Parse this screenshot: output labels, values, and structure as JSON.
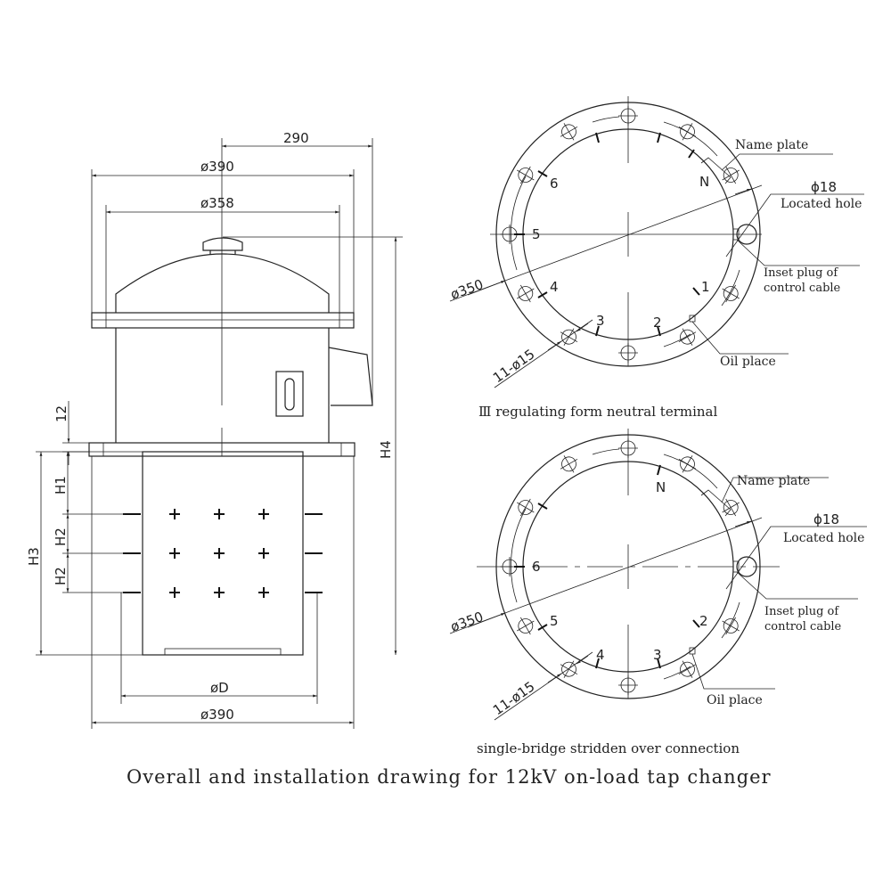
{
  "side_view": {
    "dim_290": "290",
    "dim_dia390_top": "ø390",
    "dim_dia358": "ø358",
    "dim_12": "12",
    "dim_H1": "H1",
    "dim_H2a": "H2",
    "dim_H2b": "H2",
    "dim_H3": "H3",
    "dim_H4": "H4",
    "dim_diaD": "øD",
    "dim_dia390_bottom": "ø390"
  },
  "plan_top": {
    "name_plate": "Name plate",
    "phi18": "ϕ18",
    "located_hole": "Located hole",
    "inset_plug_1": "Inset plug of",
    "inset_plug_2": "control cable",
    "dia350": "ø350",
    "holes": "11-ø15",
    "oil_place": "Oil place",
    "N": "N",
    "terminals": [
      "1",
      "2",
      "3",
      "4",
      "5",
      "6"
    ],
    "caption": "Ⅲ regulating form neutral terminal"
  },
  "plan_bottom": {
    "name_plate": "Name plate",
    "phi18": "ϕ18",
    "located_hole": "Located hole",
    "inset_plug_1": "Inset plug of",
    "inset_plug_2": "control cable",
    "dia350": "ø350",
    "holes": "11-ø15",
    "oil_place": "Oil place",
    "N": "N",
    "terminals": [
      "2",
      "3",
      "4",
      "5",
      "6"
    ],
    "caption": "single-bridge stridden over connection"
  },
  "title": "Overall and installation drawing for 12kV on-load tap changer"
}
